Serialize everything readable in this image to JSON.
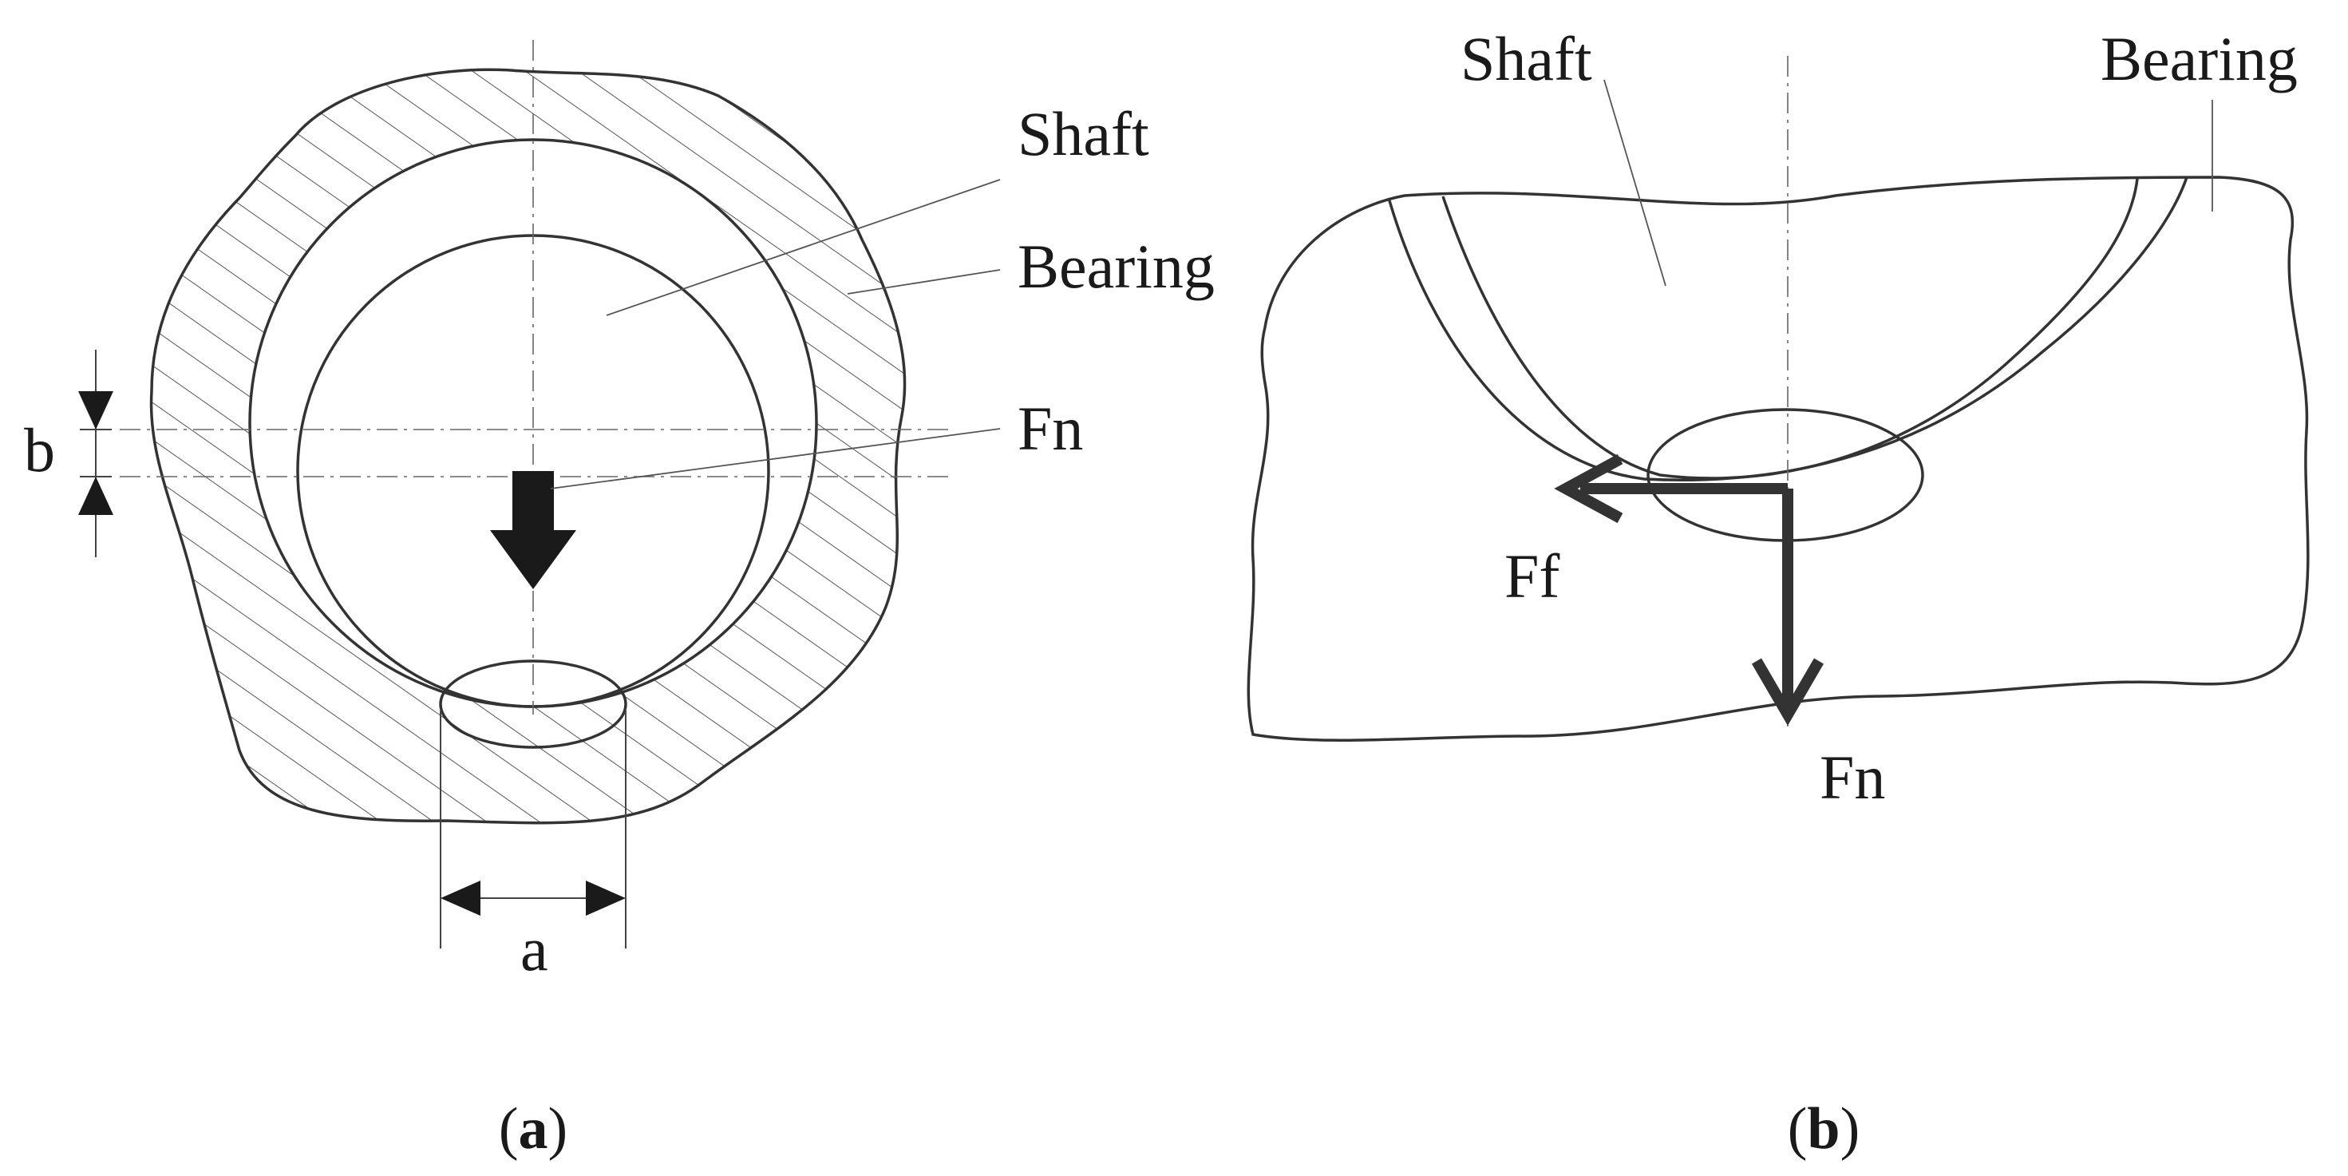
{
  "panel_a": {
    "labels": {
      "shaft": "Shaft",
      "bearing": "Bearing",
      "force_normal": "Fn",
      "dim_width": "a",
      "dim_height": "b"
    },
    "caption": {
      "open": "(",
      "letter": "a",
      "close": ")"
    }
  },
  "panel_b": {
    "labels": {
      "shaft": "Shaft",
      "bearing": "Bearing",
      "force_friction": "Ff",
      "force_normal": "Fn"
    },
    "caption": {
      "open": "(",
      "letter": "b",
      "close": ")"
    }
  },
  "colors": {
    "line": "#333333",
    "arrow": "#1a1a1a",
    "background": "#ffffff"
  }
}
